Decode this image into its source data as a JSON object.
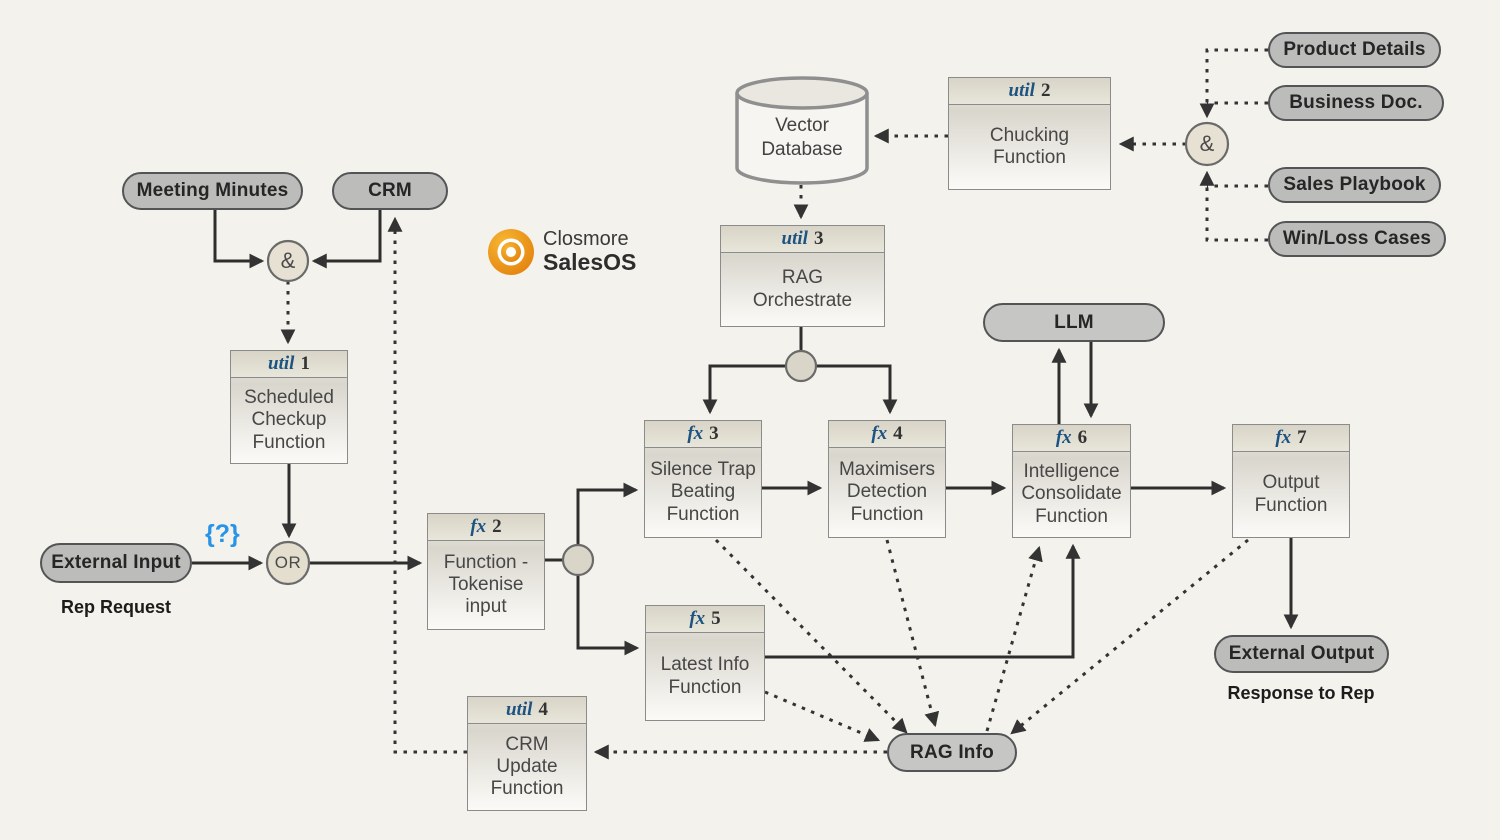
{
  "colors": {
    "background": "#f4f2ec",
    "logo_orange": "#f09a1a",
    "box_tag_blue": "#1d5381",
    "question_badge_blue": "#2794e8",
    "connector_line": "#2e2e2e",
    "pill_fill": "#bcbcba"
  },
  "logo": {
    "company": "Closmore",
    "product": "SalesOS"
  },
  "pills": {
    "meeting_minutes": {
      "label": "Meeting Minutes"
    },
    "crm": {
      "label": "CRM"
    },
    "product_details": {
      "label": "Product Details"
    },
    "business_doc": {
      "label": "Business Doc."
    },
    "sales_playbook": {
      "label": "Sales Playbook"
    },
    "win_loss_cases": {
      "label": "Win/Loss Cases"
    },
    "llm": {
      "label": "LLM"
    },
    "external_input": {
      "label": "External Input"
    },
    "external_output": {
      "label": "External Output"
    },
    "rag_info": {
      "label": "RAG Info"
    }
  },
  "boxes": {
    "util1": {
      "tag": "util",
      "num": "1",
      "title": "Scheduled\nCheckup\nFunction"
    },
    "util2": {
      "tag": "util",
      "num": "2",
      "title": "Chucking\nFunction"
    },
    "util3": {
      "tag": "util",
      "num": "3",
      "title": "RAG\nOrchestrate"
    },
    "util4": {
      "tag": "util",
      "num": "4",
      "title": "CRM\nUpdate\nFunction"
    },
    "fx2": {
      "tag": "fx",
      "num": "2",
      "title": "Function -\nTokenise\ninput"
    },
    "fx3": {
      "tag": "fx",
      "num": "3",
      "title": "Silence Trap\nBeating\nFunction"
    },
    "fx4": {
      "tag": "fx",
      "num": "4",
      "title": "Maximisers\nDetection\nFunction"
    },
    "fx5": {
      "tag": "fx",
      "num": "5",
      "title": "Latest Info\nFunction"
    },
    "fx6": {
      "tag": "fx",
      "num": "6",
      "title": "Intelligence\nConsolidate\nFunction"
    },
    "fx7": {
      "tag": "fx",
      "num": "7",
      "title": "Output\nFunction"
    }
  },
  "cylinder": {
    "label": "Vector\nDatabase"
  },
  "gates": {
    "and_left": "&",
    "and_right": "&",
    "or": "OR"
  },
  "captions": {
    "rep_request": "Rep Request",
    "response_to_rep": "Response to Rep",
    "question_badge": "{?}"
  }
}
